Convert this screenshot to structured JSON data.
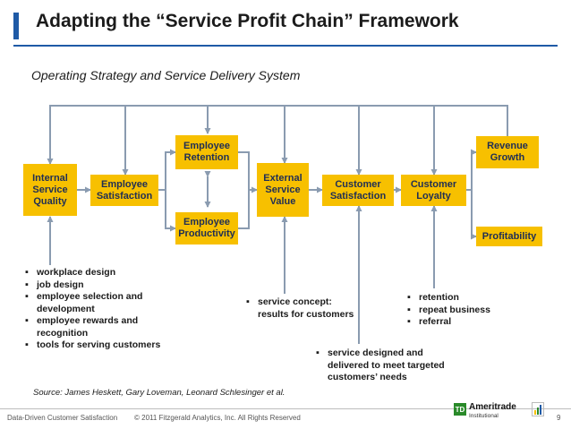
{
  "header": {
    "title": "Adapting the “Service Profit Chain” Framework",
    "subtitle": "Operating Strategy and Service Delivery System"
  },
  "nodes": {
    "internal_service_quality": "Internal Service Quality",
    "employee_satisfaction": "Employee Satisfaction",
    "employee_retention": "Employee Retention",
    "employee_productivity": "Employee Productivity",
    "external_service_value": "External Service Value",
    "customer_satisfaction": "Customer Satisfaction",
    "customer_loyalty": "Customer Loyalty",
    "revenue_growth": "Revenue Growth",
    "profitability": "Profitability"
  },
  "notes": {
    "workplace": [
      "workplace design",
      "job design",
      "employee selection and development",
      "employee rewards and recognition",
      "tools for serving customers"
    ],
    "service_concept": [
      "service concept: results for customers"
    ],
    "service_designed": [
      "service designed and delivered to meet targeted customers’ needs"
    ],
    "loyalty": [
      "retention",
      "repeat business",
      "referral"
    ]
  },
  "source": "Source: James Heskett, Gary Loveman, Leonard Schlesinger et al.",
  "footer": {
    "left": "Data-Driven Customer Satisfaction",
    "center": "© 2011 Fitzgerald Analytics, Inc. All Rights Reserved",
    "page": "9"
  },
  "logo": {
    "mark": "TD",
    "name": "Ameritrade",
    "sub": "Institutional"
  },
  "colors": {
    "box_fill": "#f7c000",
    "box_text": "#1f2e55",
    "arrow": "#8a9bb0",
    "accent": "#1f5aa6"
  }
}
